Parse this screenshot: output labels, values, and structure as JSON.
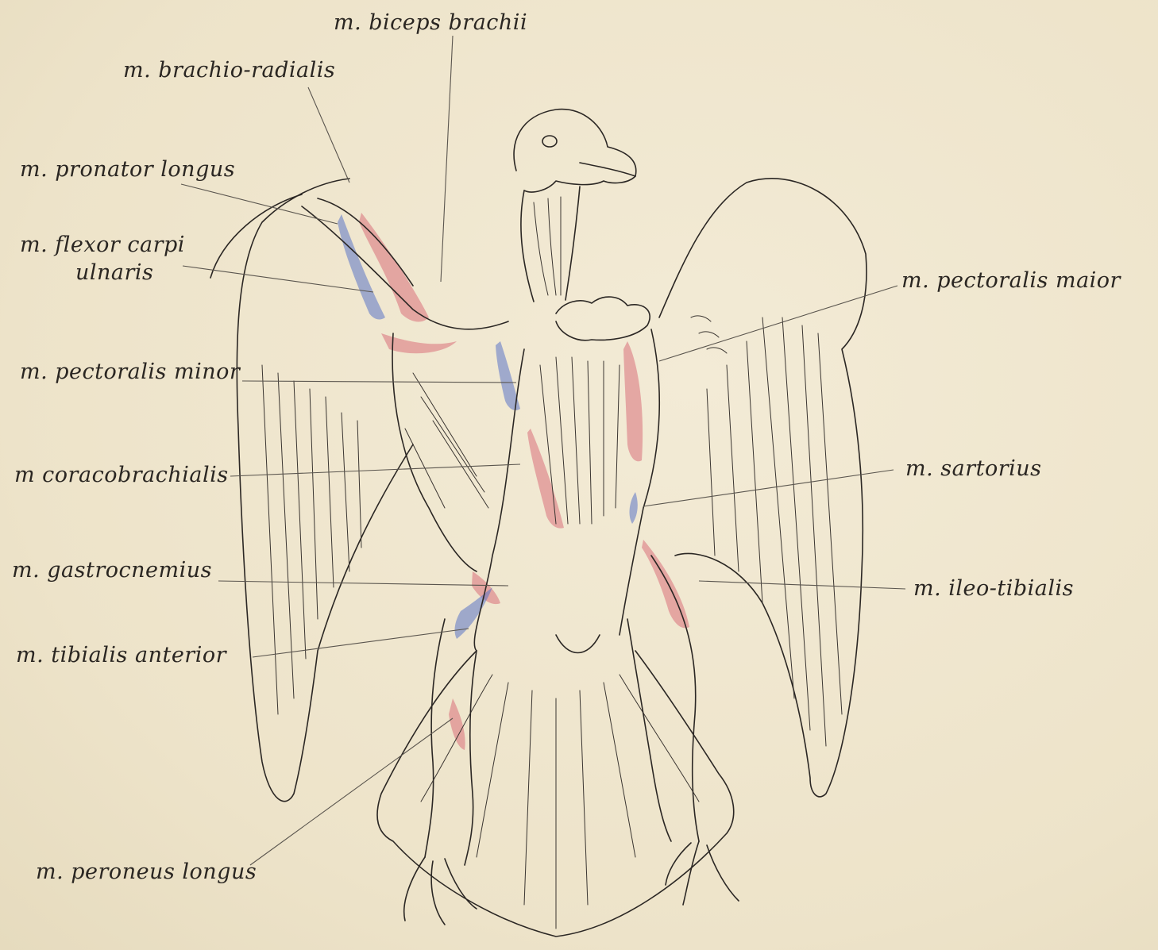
{
  "labels": {
    "biceps_brachii": "m. biceps brachii",
    "brachio_radialis": "m. brachio-radialis",
    "pronator_longus": "m. pronator longus",
    "flexor_carpi_line1": "m. flexor carpi",
    "flexor_carpi_line2": "ulnaris",
    "pectoralis_maior": "m. pectoralis maior",
    "pectoralis_minor": "m. pectoralis minor",
    "coracobrachialis": "m coracobrachialis",
    "sartorius": "m. sartorius",
    "gastrocnemius": "m. gastrocnemius",
    "ileo_tibialis": "m. ileo-tibialis",
    "tibialis_anterior": "m. tibialis anterior",
    "peroneus_longus": "m. peroneus longus"
  },
  "colors": {
    "paper": "#efe6cf",
    "ink": "#2b2724",
    "muscle_red": "#d9707a",
    "muscle_blue": "#5b74c7"
  }
}
